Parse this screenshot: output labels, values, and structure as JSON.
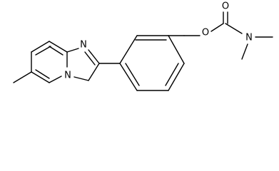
{
  "structure": {
    "atoms": {
      "n_bridge": "N",
      "n_imine": "N",
      "o_ether": "O",
      "o_carbonyl": "O",
      "n_amide": "N"
    }
  }
}
